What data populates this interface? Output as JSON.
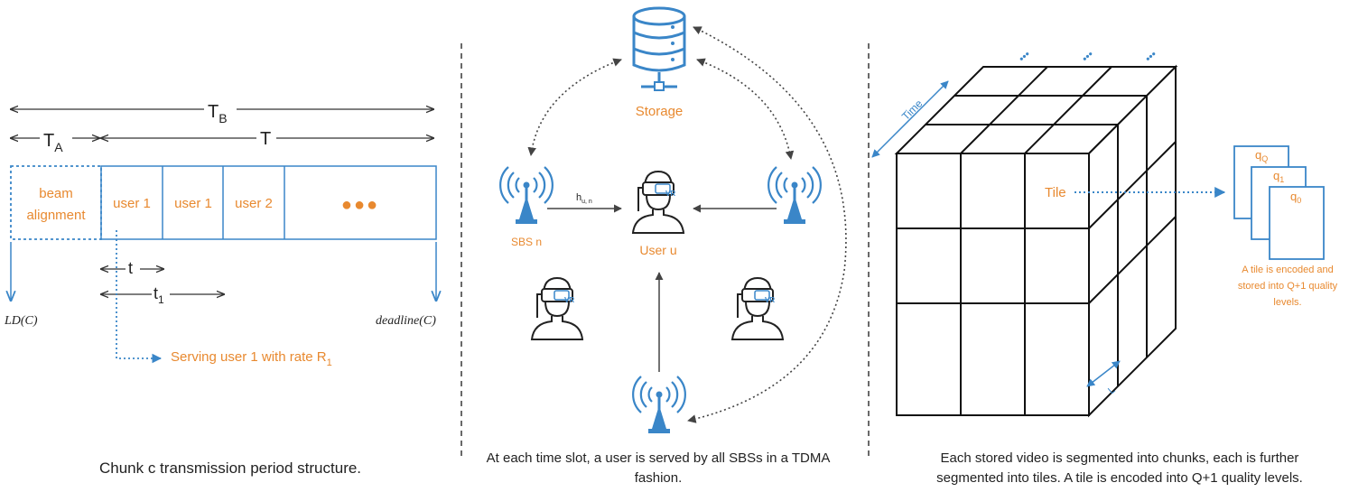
{
  "left_panel": {
    "arrow_TB": "T",
    "arrow_TB_sub": "B",
    "arrow_TA": "T",
    "arrow_TA_sub": "A",
    "arrow_T": "T",
    "cells": [
      "beam",
      "alignment",
      "user 1",
      "user 1",
      "user 2",
      "●●●"
    ],
    "t_label": "t",
    "t1_label": "t",
    "t1_sub": "1",
    "ld_label": "LD(C)",
    "deadline_label": "deadline(C)",
    "serving_label": "Serving user 1 with rate R",
    "serving_sub": "1",
    "caption": "Chunk c transmission period structure."
  },
  "middle_panel": {
    "storage_label": "Storage",
    "sbs_label": "SBS n",
    "channel_label": "h",
    "channel_sub": "u, n",
    "user_label": "User u",
    "vr_badge": "VR",
    "caption_line1": "At each time slot, a user is served by all SBSs in a TDMA",
    "caption_line2": "fashion."
  },
  "right_panel": {
    "time_label": "Time",
    "tile_label": "Tile",
    "l_label": "L",
    "dots": "•••",
    "quality_labels": [
      {
        "text": "q",
        "sub": "Q"
      },
      {
        "text": "q",
        "sub": "1"
      },
      {
        "text": "q",
        "sub": "0"
      }
    ],
    "note_lines": [
      "A tile is encoded and",
      "stored into Q+1 quality",
      "levels."
    ],
    "caption_line1": "Each stored video is segmented into chunks, each is further",
    "caption_line2": "segmented into tiles. A tile is encoded into Q+1 quality levels."
  },
  "colors": {
    "blue": "#3a86c8",
    "orange": "#e8892f",
    "dark": "#222222"
  }
}
